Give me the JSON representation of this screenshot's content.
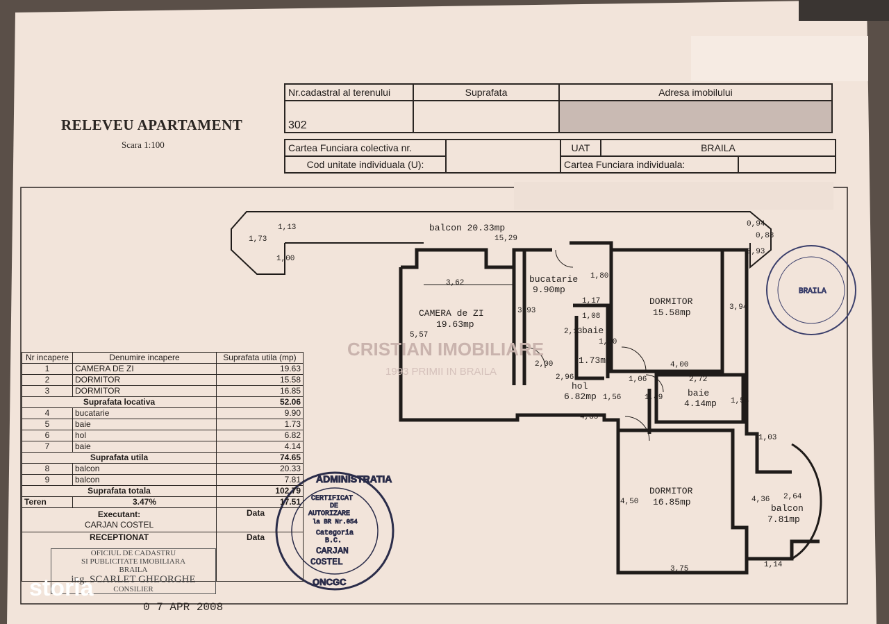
{
  "document": {
    "title": "RELEVEU APARTAMENT",
    "scale": "Scara 1:100"
  },
  "header_table": {
    "nr_cadastral_label": "Nr.cadastral al terenului",
    "suprafata_label": "Suprafata",
    "adresa_label": "Adresa imobilului",
    "nr_cadastral_value": "302",
    "cf_colectiva_label": "Cartea Funciara colectiva nr.",
    "cod_unitate_label": "Cod unitate individuala (U):",
    "uat_label": "UAT",
    "uat_value": "BRAILA",
    "cf_individuala_label": "Cartea Funciara individuala:"
  },
  "rooms_table": {
    "headers": [
      "Nr incapere",
      "Denumire incapere",
      "Suprafata utila (mp)"
    ],
    "rows": [
      {
        "nr": "1",
        "name": "CAMERA DE ZI",
        "area": "19.63"
      },
      {
        "nr": "2",
        "name": "DORMITOR",
        "area": "15.58"
      },
      {
        "nr": "3",
        "name": "DORMITOR",
        "area": "16.85"
      },
      {
        "nr": "4",
        "name": "bucatarie",
        "area": "9.90"
      },
      {
        "nr": "5",
        "name": "baie",
        "area": "1.73"
      },
      {
        "nr": "6",
        "name": "hol",
        "area": "6.82"
      },
      {
        "nr": "7",
        "name": "baie",
        "area": "4.14"
      },
      {
        "nr": "8",
        "name": "balcon",
        "area": "20.33"
      },
      {
        "nr": "9",
        "name": "balcon",
        "area": "7.81"
      }
    ],
    "suprafata_locativa": {
      "label": "Suprafata locativa",
      "value": "52.06"
    },
    "suprafata_utila": {
      "label": "Suprafata utila",
      "value": "74.65"
    },
    "suprafata_totala": {
      "label": "Suprafata totala",
      "value": "102.79"
    },
    "teren": {
      "label": "Teren",
      "percent": "3.47%",
      "value": "17.51"
    },
    "executant": {
      "label": "Executant:",
      "name": "CARJAN COSTEL",
      "data_label": "Data"
    },
    "receptionat": {
      "label": "RECEPTIONAT",
      "data_label": "Data"
    }
  },
  "plan": {
    "balcon_top": "balcon  20.33mp",
    "camera_de_zi": [
      "CAMERA de ZI",
      "19.63mp"
    ],
    "bucatarie": [
      "bucatarie",
      "9.90mp"
    ],
    "dormitor_1": [
      "DORMITOR",
      "15.58mp"
    ],
    "baie_small": [
      "baie",
      "1.73mp"
    ],
    "hol": [
      "hol",
      "6.82mp"
    ],
    "baie_2": [
      "baie",
      "4.14mp"
    ],
    "dormitor_2": [
      "DORMITOR",
      "16.85mp"
    ],
    "balcon_2": [
      "balcon",
      "7.81mp"
    ],
    "dims": [
      "1,73",
      "1,13",
      "1,00",
      "15,29",
      "0,94",
      "0,88",
      "0,93",
      "3,62",
      "5,57",
      "3,93",
      "1,80",
      "1,17",
      "1,08",
      "2,13",
      "1,60",
      "3,94",
      "4,00",
      "2,00",
      "2,96",
      "1,56",
      "4,35",
      "1,06",
      "1,49",
      "2,72",
      "1,54",
      "1,03",
      "4,50",
      "4,36",
      "2,64",
      "3,75",
      "1,14"
    ]
  },
  "stamps": {
    "agency": [
      "ADMINISTRATIA",
      "CERTIFICAT",
      "DE",
      "AUTORIZARE",
      "la BR Nr.054",
      "Categoria",
      "B.C.",
      "CARJAN",
      "COSTEL",
      "ONCGC"
    ],
    "receptie": [
      "OFICIUL DE CADASTRU",
      "SI PUBLICITATE IMOBILIARA",
      "BRAILA",
      "ing. SCARLET GHEORGHE",
      "CONSILIER"
    ],
    "ancpi": "BRAILA",
    "date": "0 7 APR 2008"
  },
  "watermark": {
    "name": "CRISTIAN IMOBILIARE",
    "tagline": "1993 PRIMII IN BRAILA",
    "brand": "storia"
  }
}
